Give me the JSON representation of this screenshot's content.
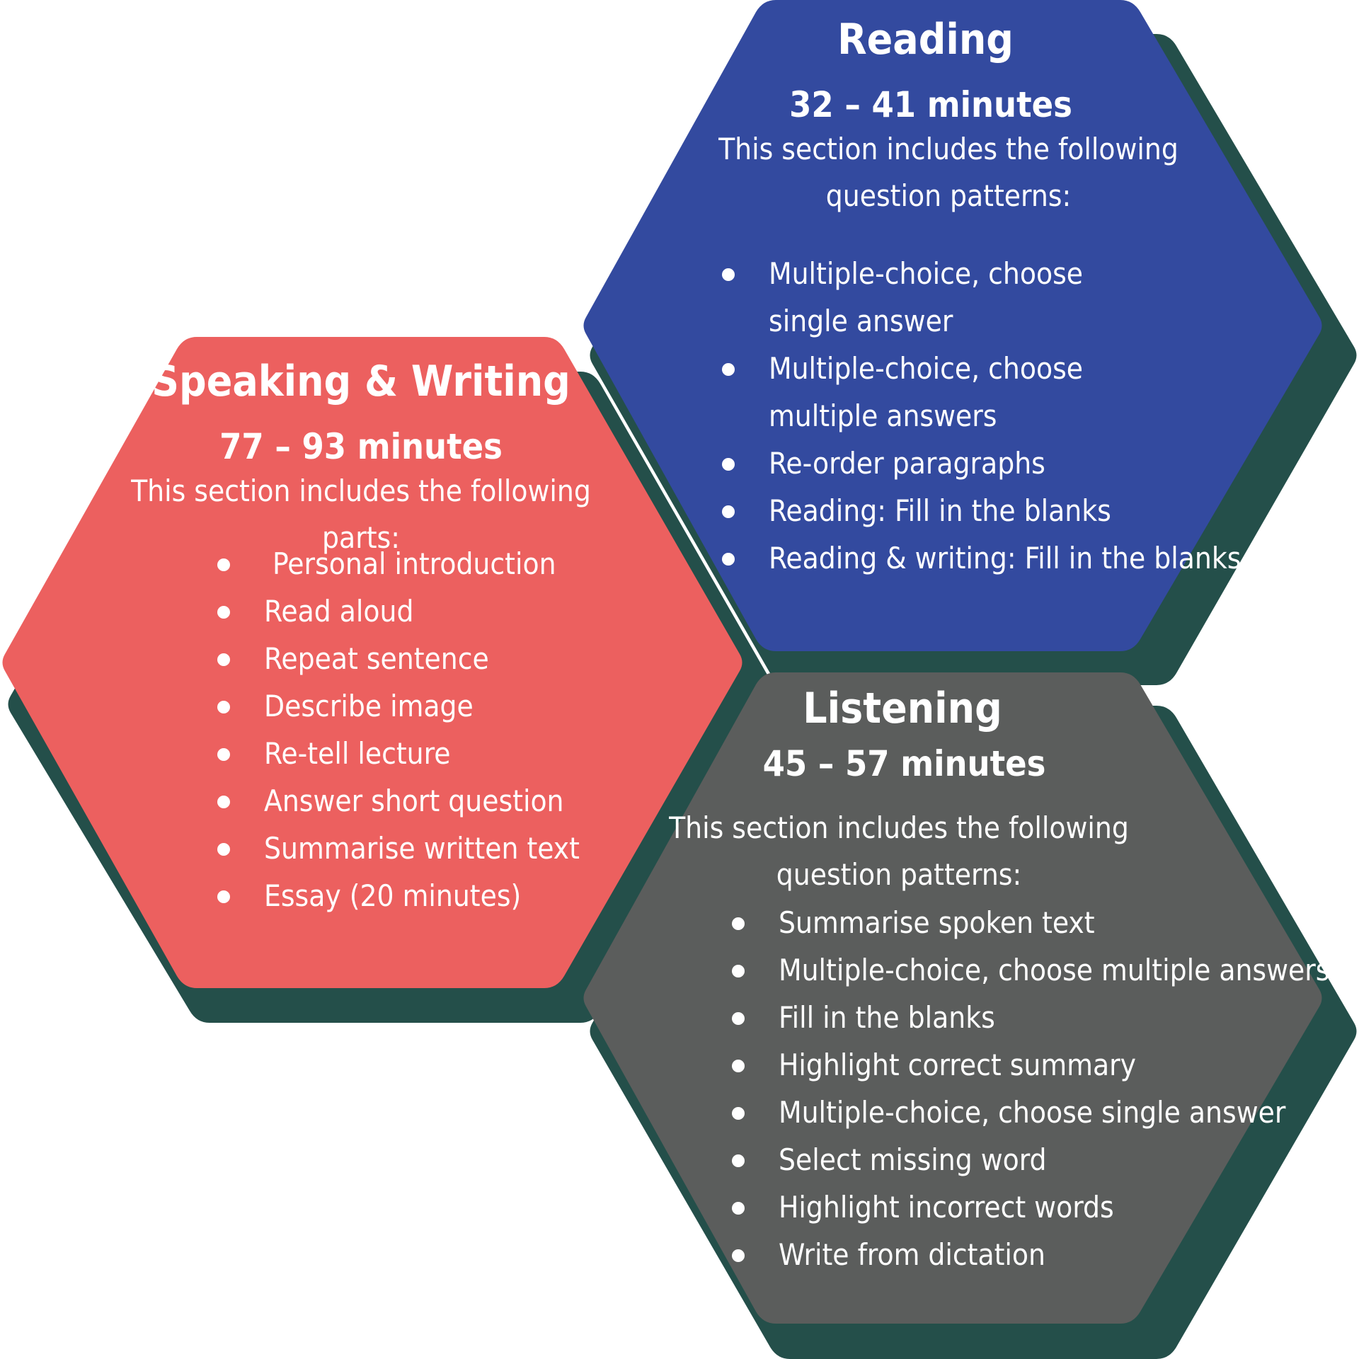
{
  "colors": {
    "shadow": "#244f4a",
    "speaking_writing": "#ec605f",
    "reading": "#334a9f",
    "listening": "#5b5d5c",
    "text": "#ffffff"
  },
  "speaking_writing": {
    "title": "Speaking & Writing",
    "duration": "77 – 93 minutes",
    "intro": "This section includes the following parts:",
    "items": [
      " Personal introduction",
      "Read aloud",
      "Repeat sentence",
      "Describe image",
      "Re-tell lecture",
      "Answer short question",
      "Summarise written text",
      "Essay (20 minutes)"
    ]
  },
  "reading": {
    "title": "Reading",
    "duration": "32 – 41 minutes",
    "intro": "This section includes the following question patterns:",
    "items": [
      "Multiple-choice, choose single answer",
      "Multiple-choice, choose multiple answers",
      "Re-order paragraphs",
      "Reading: Fill in the blanks",
      "Reading & writing: Fill in the blanks"
    ]
  },
  "listening": {
    "title": "Listening",
    "duration": "45 – 57 minutes",
    "intro": "This section includes the following question patterns:",
    "items": [
      "Summarise spoken text",
      "Multiple-choice, choose multiple answers",
      "Fill in the blanks",
      "Highlight correct summary",
      "Multiple-choice, choose single answer",
      "Select missing word",
      "Highlight incorrect words",
      "Write from dictation"
    ]
  }
}
